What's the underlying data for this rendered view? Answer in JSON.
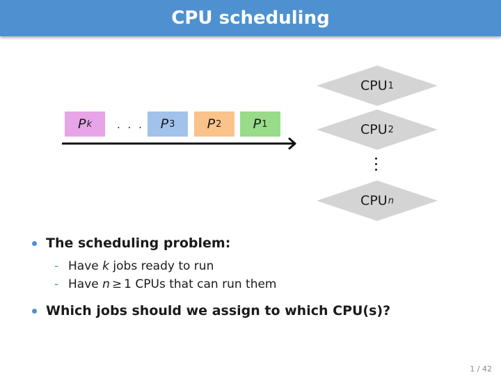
{
  "title": "CPU scheduling",
  "queue": {
    "processes": [
      {
        "letter": "P",
        "sub": "k",
        "color": "#e7a5e8"
      },
      {
        "letter": "P",
        "sub": "3",
        "color": "#a0c2eb"
      },
      {
        "letter": "P",
        "sub": "2",
        "color": "#f9c38a"
      },
      {
        "letter": "P",
        "sub": "1",
        "color": "#98dc89"
      }
    ],
    "ellipsis": ". . ."
  },
  "cpus": [
    {
      "name": "CPU",
      "sub": "1"
    },
    {
      "name": "CPU",
      "sub": "2"
    },
    {
      "name": "CPU",
      "sub": "n"
    }
  ],
  "bullets": {
    "first": "The scheduling problem:",
    "sub1": {
      "pre": "Have",
      "var": "k",
      "post": "jobs ready to run"
    },
    "sub2": {
      "pre": "Have",
      "var": "n",
      "rel": "≥",
      "post": "1 CPUs that can run them"
    },
    "second": "Which jobs should we assign to which CPU(s)?"
  },
  "page_number": "1 / 42",
  "colors": {
    "accent": "#4f91d0",
    "cpu_fill": "#d4d4d4"
  }
}
